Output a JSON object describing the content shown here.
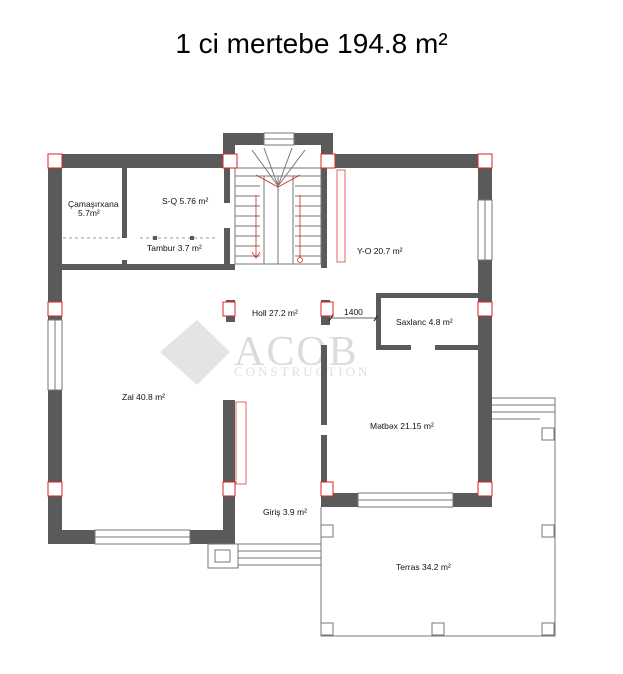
{
  "title": "1 ci mertebe 194.8 m²",
  "rooms": {
    "camasirxana_name": "Çamaşırxana",
    "camasirxana_area": "5.7m²",
    "sq": "S-Q 5.76 m²",
    "tambur": "Tambur 3.7 m²",
    "yo": "Y-O 20.7 m²",
    "holl": "Holl 27.2 m²",
    "dimension": "1400",
    "saxlanc": "Saxlanc 4.8 m²",
    "zal": "Zal 40.8 m²",
    "metbex": "Mətbəx 21.15 m²",
    "giris": "Giriş 3.9 m²",
    "terras": "Terras 34.2 m²"
  },
  "watermark": {
    "name": "ACOB",
    "sub": "CONSTRUCTION"
  },
  "colors": {
    "wall": "#5a5a5a",
    "column_outline": "#d22222",
    "line": "#777777"
  }
}
